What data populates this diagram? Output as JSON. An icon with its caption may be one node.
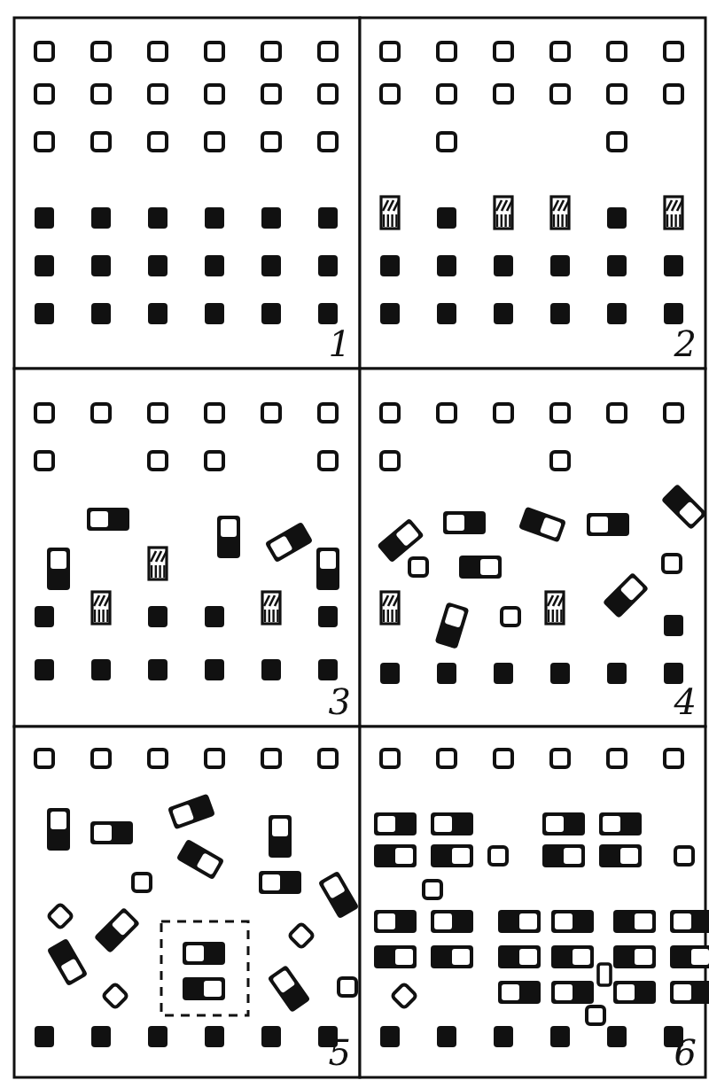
{
  "diagram": {
    "labels": [
      "1",
      "2",
      "3",
      "4",
      "5",
      "6"
    ]
  }
}
